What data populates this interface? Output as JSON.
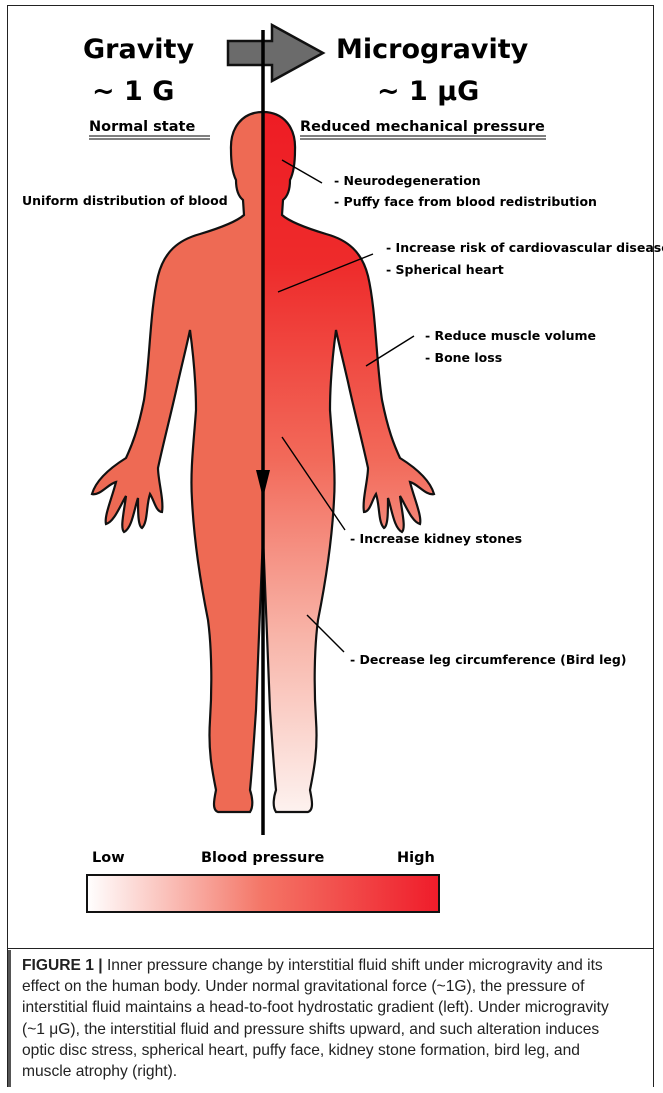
{
  "figure": {
    "left_title": "Gravity",
    "left_sub": "~ 1 G",
    "right_title": "Microgravity",
    "right_sub": "~ 1 μG",
    "left_state": "Normal state",
    "right_state": "Reduced mechanical pressure",
    "left_note": "Uniform distribution of blood",
    "annotations": [
      {
        "lines": [
          "- Neurodegeneration",
          "- Puffy face from blood redistribution"
        ]
      },
      {
        "lines": [
          "- Increase risk of cardiovascular disease",
          "- Spherical heart"
        ]
      },
      {
        "lines": [
          "- Reduce muscle volume",
          "- Bone loss"
        ]
      },
      {
        "lines": [
          "- Increase kidney stones"
        ]
      },
      {
        "lines": [
          "- Decrease leg circumference (Bird leg)"
        ]
      }
    ],
    "scale": {
      "low": "Low",
      "title": "Blood pressure",
      "high": "High",
      "low_color": "#ffffff",
      "high_color": "#ef1c2a"
    },
    "colors": {
      "left_body": "#ee6a54",
      "right_top": "#ee1c24",
      "right_mid": "#f26a5a",
      "right_bottom": "#fdf1ee",
      "arrow": "#6b6b6b"
    }
  },
  "caption": {
    "label": "FIGURE 1 |",
    "text": " Inner pressure change by interstitial fluid shift under microgravity and its effect on the human body. Under normal gravitational force (~1G), the pressure of interstitial fluid maintains a head-to-foot hydrostatic gradient (left). Under microgravity (~1 μG), the interstitial fluid and pressure shifts upward, and such alteration induces optic disc stress, spherical heart, puffy face, kidney stone formation, bird leg, and muscle atrophy (right)."
  }
}
